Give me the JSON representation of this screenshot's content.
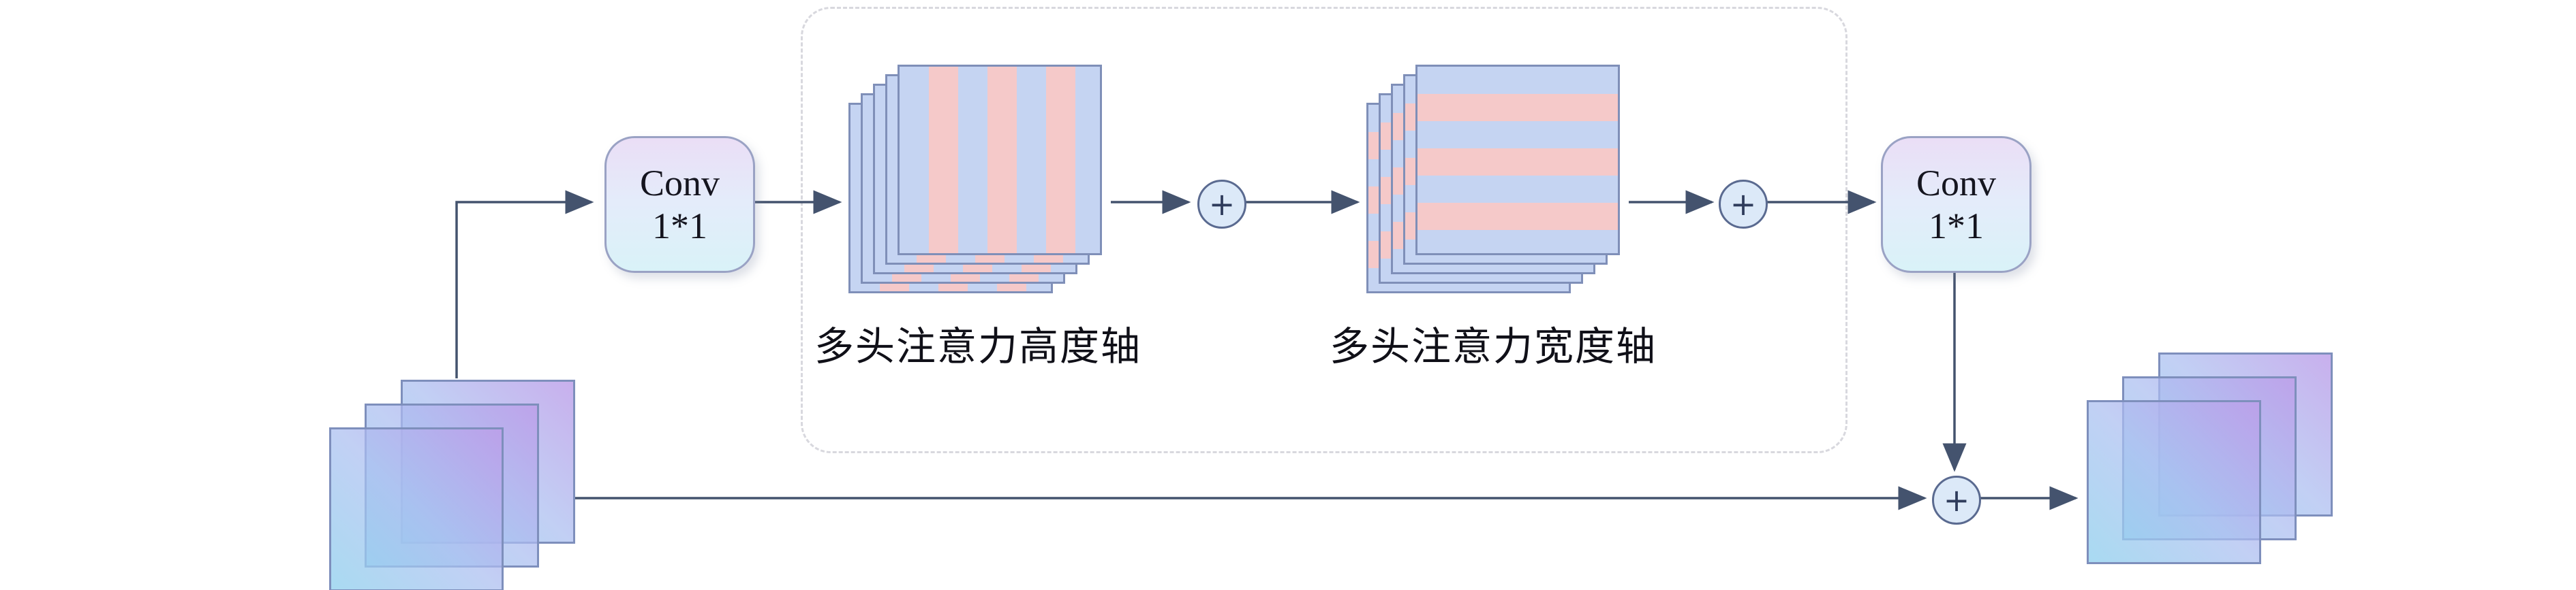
{
  "diagram": {
    "conv1": {
      "line1": "Conv",
      "line2": "1*1"
    },
    "conv2": {
      "line1": "Conv",
      "line2": "1*1"
    },
    "label_height_axis": "多头注意力高度轴",
    "label_width_axis": "多头注意力宽度轴",
    "plus_symbol": "+",
    "colors": {
      "stripe_blue": "#c5d4f2",
      "stripe_pink": "#f5c9c9",
      "arrow": "#44536e",
      "box_border": "#9aa2c4",
      "plus_fill": "#dce9f8",
      "plus_border": "#5a6a90",
      "feature_cyan": "#93d1ee",
      "feature_purple": "#bc9ee9",
      "dashed_border": "#d8d8de"
    }
  }
}
